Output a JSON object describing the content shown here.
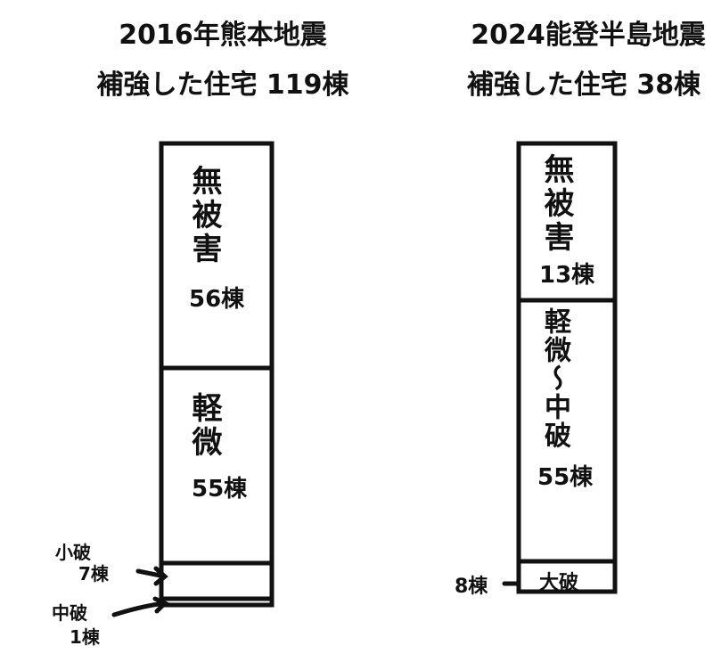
{
  "left": {
    "title1": "2016年熊本地震",
    "title2": "補強した住宅 119棟",
    "segments": [
      {
        "label": "無被害",
        "count": "56棟"
      },
      {
        "label": "軽微",
        "count": "55棟"
      },
      {
        "label": "小破",
        "count": "7棟"
      },
      {
        "label": "中破",
        "count": "1棟"
      }
    ]
  },
  "right": {
    "title1": "2024能登半島地震",
    "title2": "補強した住宅 38棟",
    "segments": [
      {
        "label": "無被害",
        "count": "13棟"
      },
      {
        "label": "軽微〜中破",
        "count": "55棟"
      },
      {
        "label": "大破",
        "count": "8棟"
      }
    ]
  }
}
